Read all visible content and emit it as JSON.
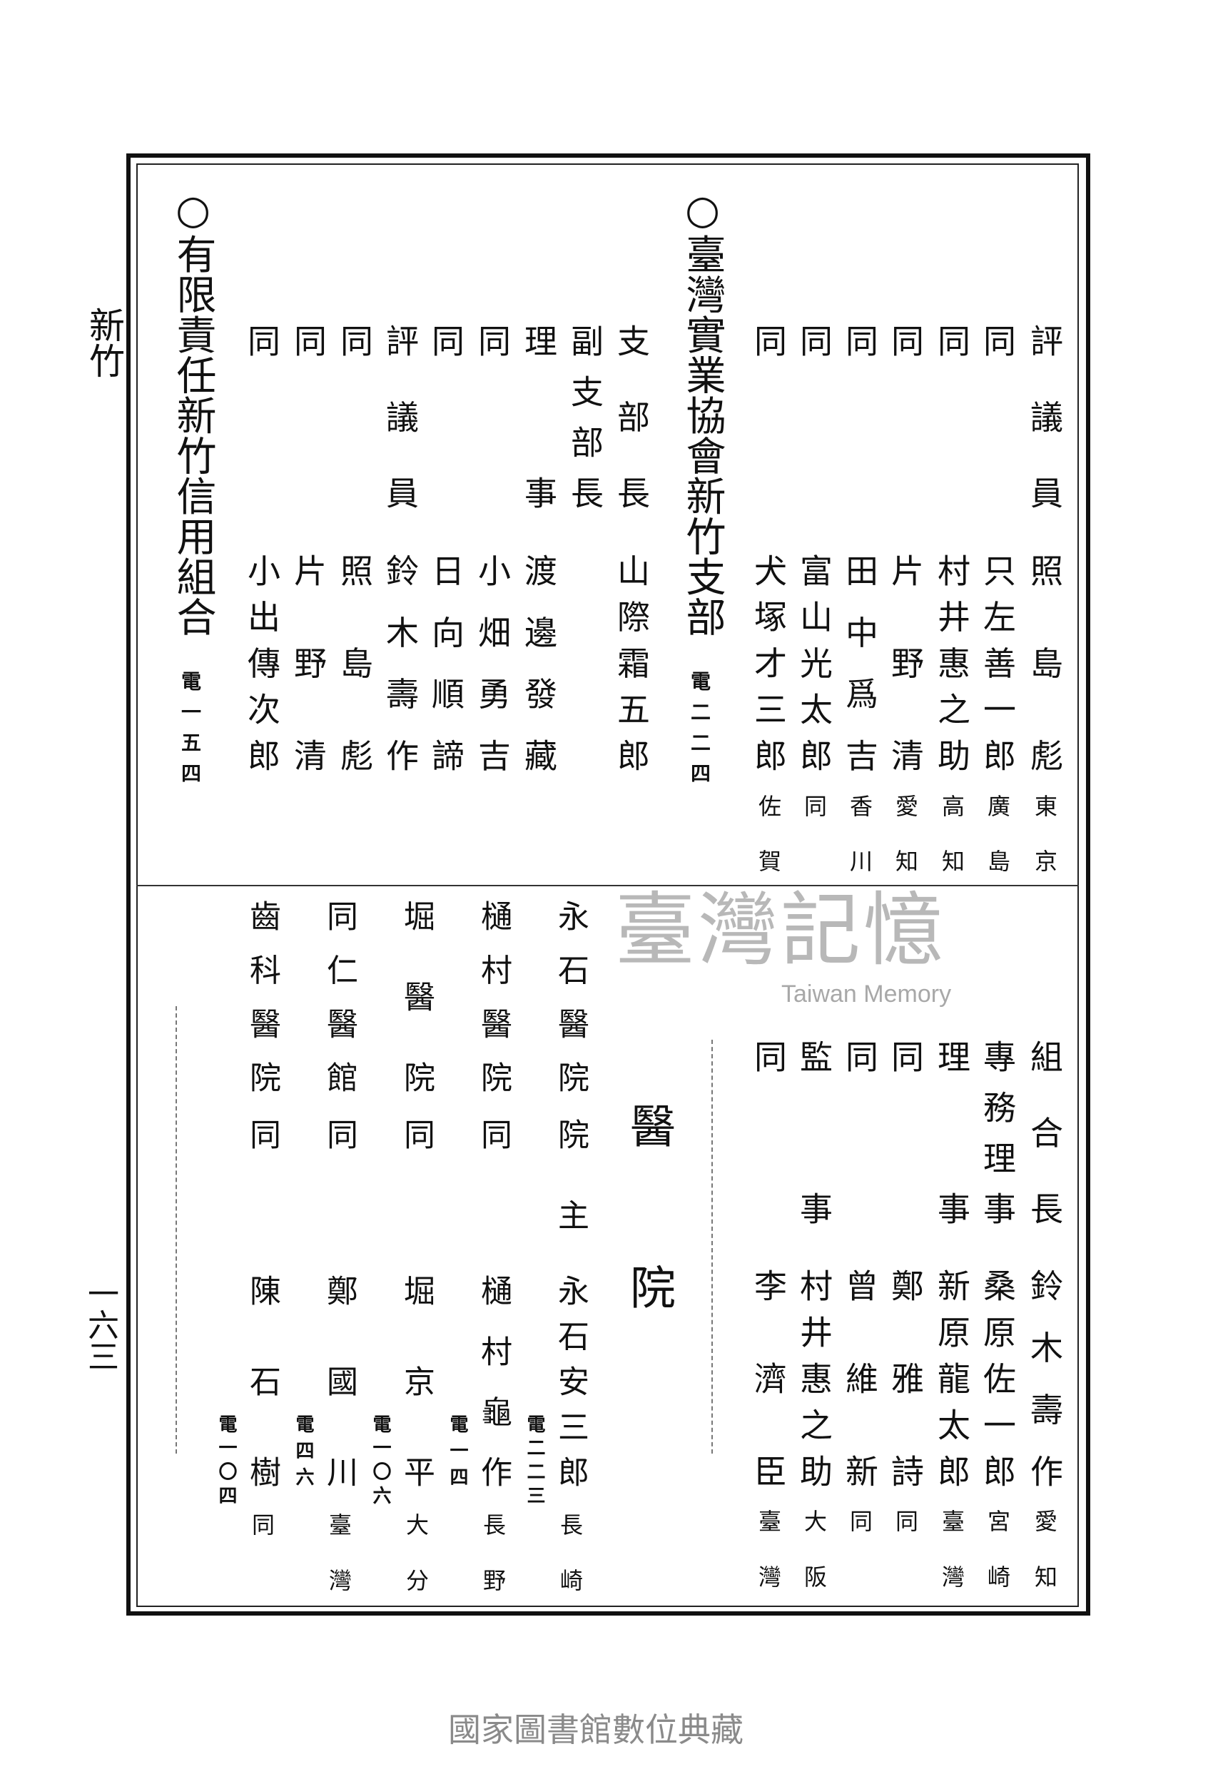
{
  "margin": {
    "running_head": "新竹",
    "page_number": "一六三"
  },
  "top_right": {
    "entries": [
      {
        "role": "評議員",
        "name": "照島彪",
        "origin": "東京"
      },
      {
        "role": "同",
        "name": "只左善一郎",
        "origin": "廣島"
      },
      {
        "role": "同",
        "name": "村井惠之助",
        "origin": "高知"
      },
      {
        "role": "同",
        "name": "片野清",
        "origin": "愛知"
      },
      {
        "role": "同",
        "name": "田中爲吉",
        "origin": "香川"
      },
      {
        "role": "同",
        "name": "富山光太郎",
        "origin": "同"
      },
      {
        "role": "同",
        "name": "犬塚才三郎",
        "origin": "佐賀"
      }
    ]
  },
  "association": {
    "title": "○臺灣實業協會新竹支部",
    "tel": "電二二四",
    "entries": [
      {
        "role": "支部長",
        "name": "山際霜五郎"
      },
      {
        "role": "副支部長",
        "name": ""
      },
      {
        "role": "理事",
        "name": "渡邊發藏"
      },
      {
        "role": "同",
        "name": "小畑勇吉"
      },
      {
        "role": "同",
        "name": "日向順諦"
      },
      {
        "role": "評議員",
        "name": "鈴木壽作"
      },
      {
        "role": "同",
        "name": "照島彪"
      },
      {
        "role": "同",
        "name": "片野清"
      },
      {
        "role": "同",
        "name": "小出傳次郎"
      }
    ]
  },
  "credit_union": {
    "title": "○有限責任新竹信用組合",
    "tel": "電一五四",
    "entries": [
      {
        "role": "組合長",
        "name": "鈴木壽作",
        "origin": "愛知"
      },
      {
        "role": "專務理事",
        "name": "桑原佐一郎",
        "origin": "宮崎"
      },
      {
        "role": "理事",
        "name": "新原龍太郎",
        "origin": "臺灣"
      },
      {
        "role": "同",
        "name": "鄭雅詩",
        "origin": "同"
      },
      {
        "role": "同",
        "name": "曾維新",
        "origin": "同"
      },
      {
        "role": "監事",
        "name": "村井惠之助",
        "origin": "大阪"
      },
      {
        "role": "同",
        "name": "李濟臣",
        "origin": "臺灣"
      }
    ]
  },
  "hospitals": {
    "heading": "醫院",
    "items": [
      {
        "hospital": "永石醫院",
        "title": "院主",
        "name": "永石安三郎",
        "tel": "電二二三",
        "origin": "長崎"
      },
      {
        "hospital": "樋村醫院",
        "title": "同",
        "name": "樋村龜作",
        "tel": "電一四",
        "origin": "長野"
      },
      {
        "hospital": "堀醫院",
        "title": "同",
        "name": "堀京平",
        "tel": "電一〇六",
        "origin": "大分"
      },
      {
        "hospital": "同仁醫館",
        "title": "同",
        "name": "鄭國川",
        "tel": "電四六",
        "origin": "臺灣"
      },
      {
        "hospital": "齒科醫院",
        "title": "同",
        "name": "陳石樹",
        "tel": "電一〇四",
        "origin": "同"
      }
    ]
  },
  "watermark": {
    "logo": "臺灣記憶",
    "logo_en": "Taiwan Memory",
    "footer": "國家圖書館數位典藏"
  }
}
